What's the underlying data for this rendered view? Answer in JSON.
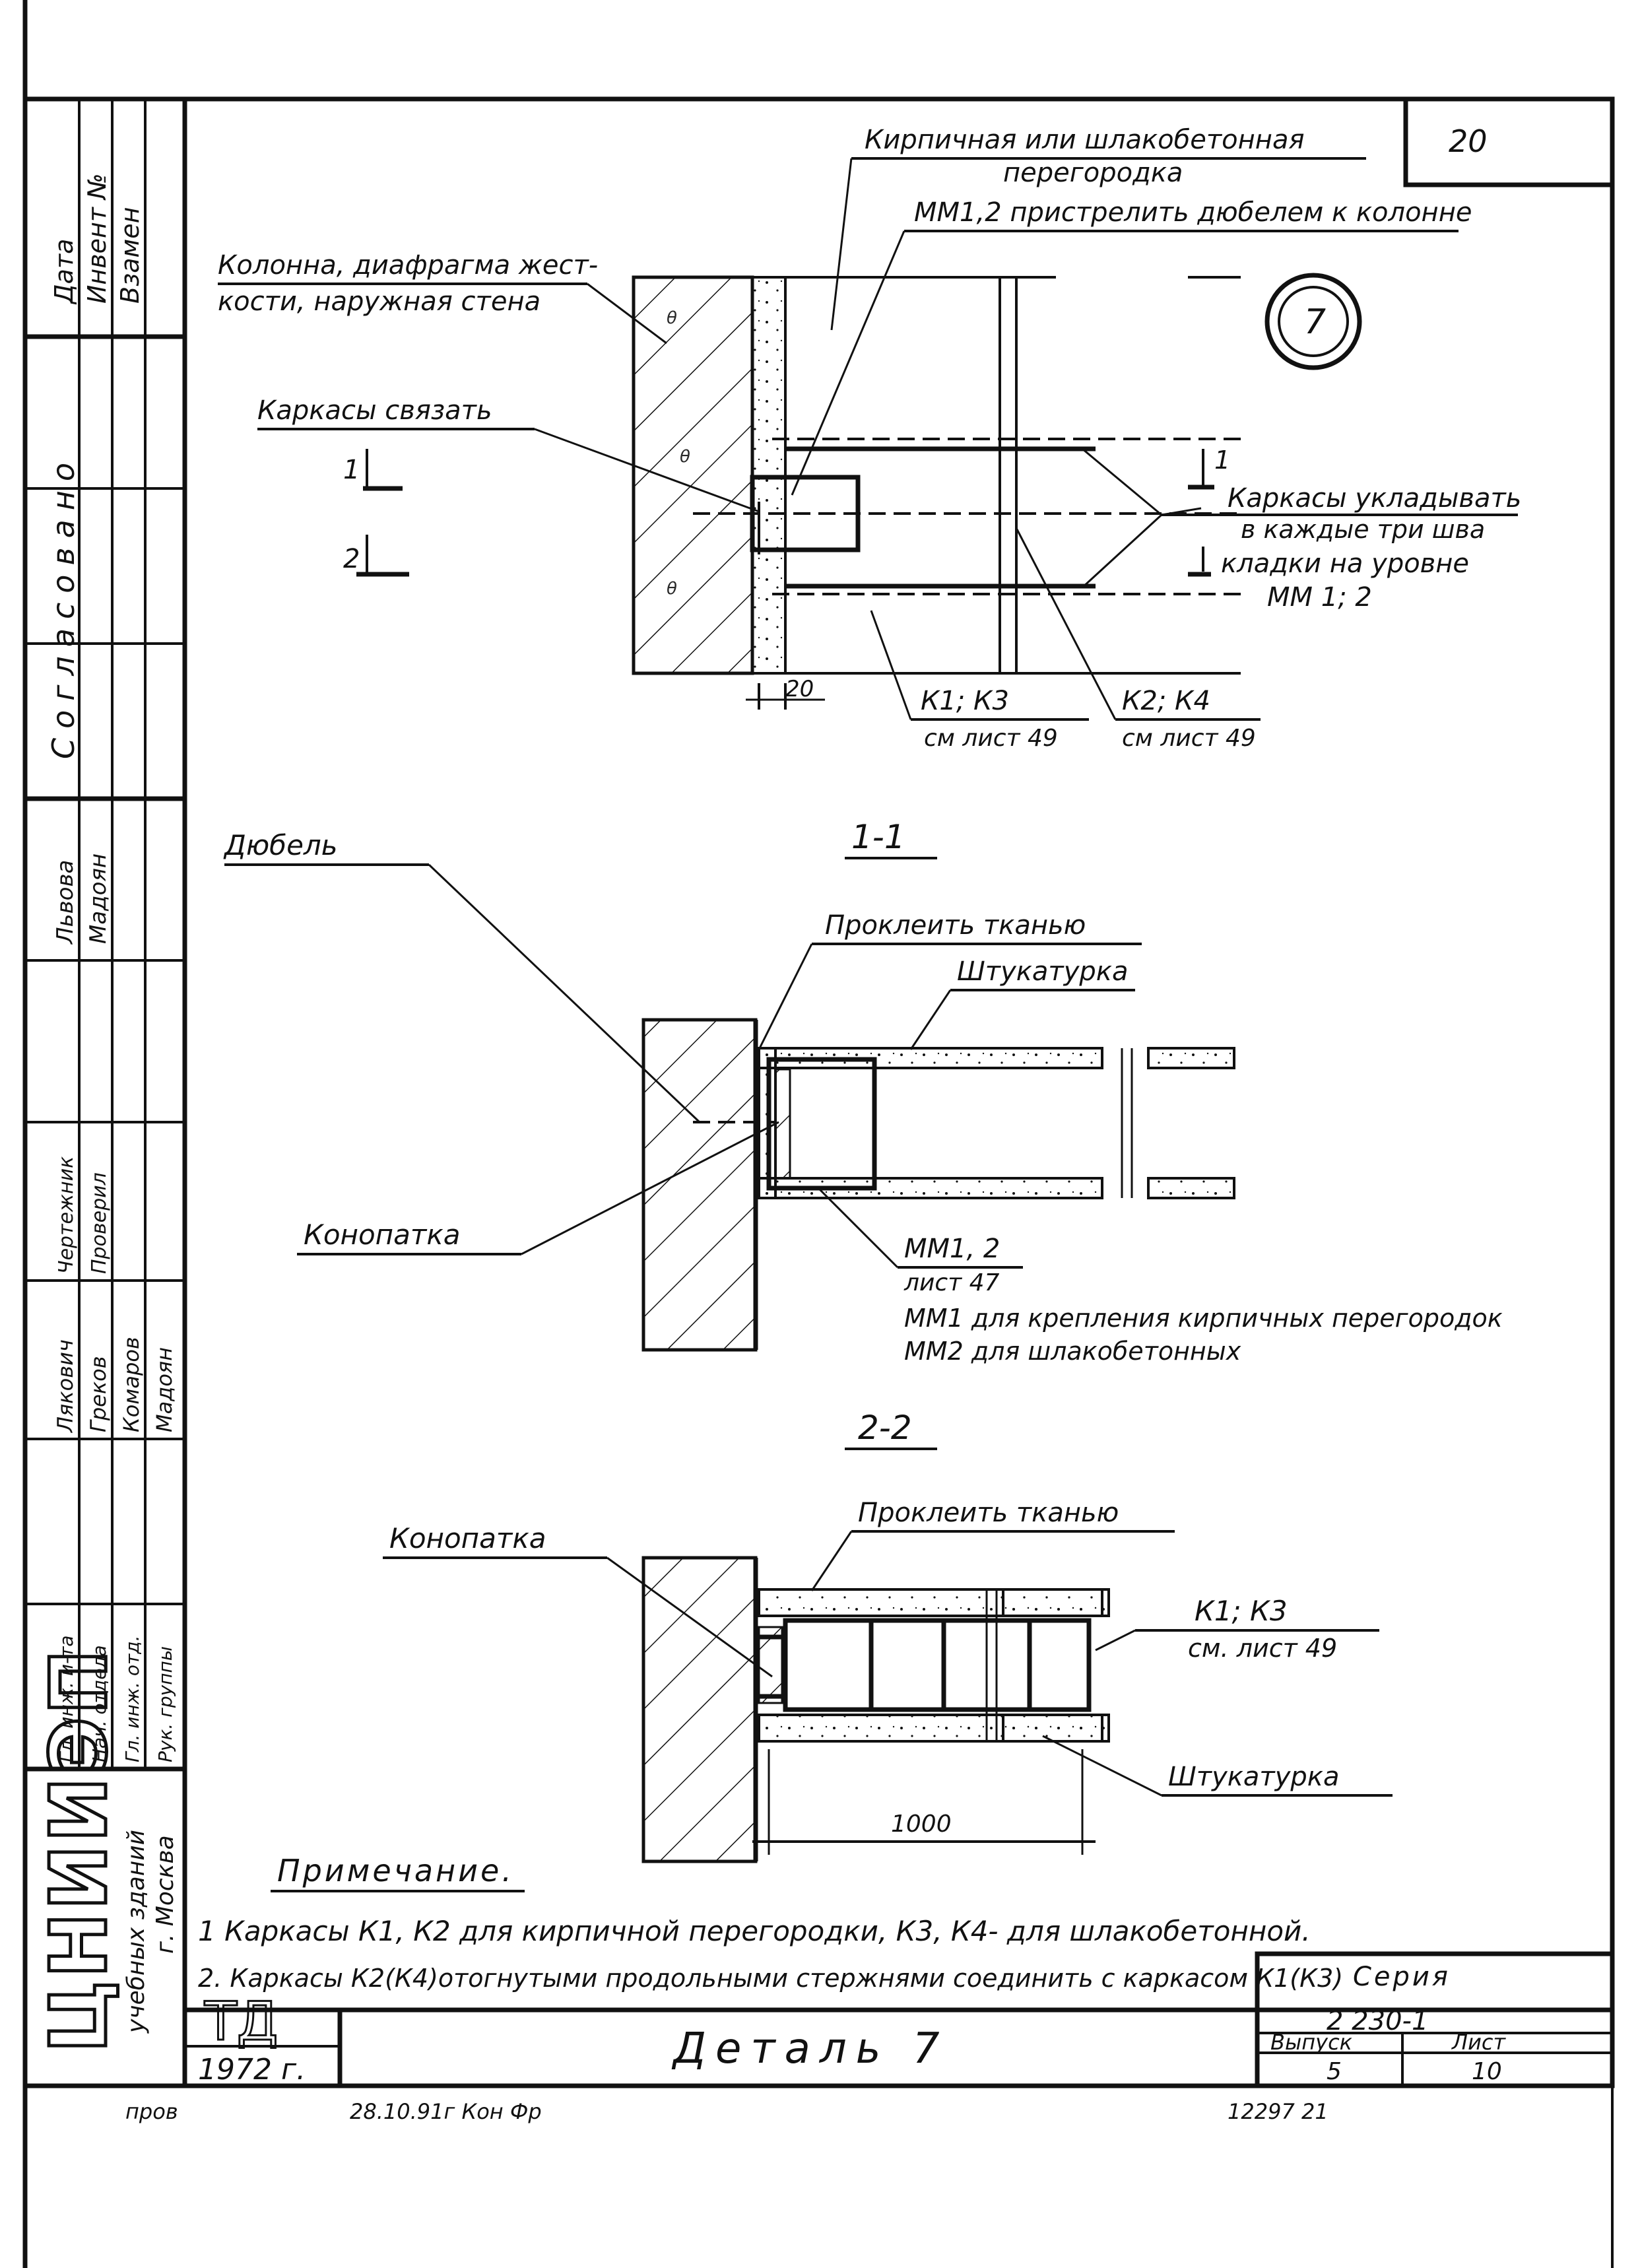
{
  "sheet_number": "20",
  "side_stamp": {
    "header": [
      "Дата",
      "Инвент №",
      "Взамен"
    ],
    "agreed": "Согласовано",
    "names_a": [
      "Львова",
      "Мадоян"
    ],
    "roles_a": [
      "Чертежник",
      "Проверил"
    ],
    "names_b": [
      "Лякович",
      "Греков",
      "Комаров",
      "Мадоян"
    ],
    "roles_b": [
      "Гл. инж. и-та",
      "Нач. отдела",
      "Гл. инж. отд.",
      "Рук. группы"
    ],
    "org_logo": "ЦНИИЭП",
    "org_text": [
      "учебных зданий",
      "г. Москва"
    ]
  },
  "plan": {
    "title_callout": "7",
    "label_partition": [
      "Кирпичная или шлакобетонная",
      "перегородка"
    ],
    "label_mm_fasten": "ММ1,2 пристрелить дюбелем к колонне",
    "label_column": [
      "Колонна, диафрагма жест-",
      "кости, наружная стена"
    ],
    "label_tie": "Каркасы связать",
    "section_1": "1",
    "section_2": "2",
    "label_lay": [
      "Каркасы укладывать",
      "в каждые три шва",
      "кладки на уровне",
      "ММ 1; 2"
    ],
    "dim_20": "20",
    "ref_k1k3": [
      "К1; К3",
      "см лист 49"
    ],
    "ref_k2k4": [
      "К2; К4",
      "см лист 49"
    ]
  },
  "section_1_1": {
    "title": "1-1",
    "label_dowel": "Дюбель",
    "label_fabric": "Проклеить тканью",
    "label_plaster": "Штукатурка",
    "label_caulk": "Конопатка",
    "ref_mm": [
      "ММ1, 2",
      "лист 47"
    ],
    "note_mm1": "ММ1 для крепления кирпичных перегородок",
    "note_mm2": "ММ2 для шлакобетонных"
  },
  "section_2_2": {
    "title": "2-2",
    "label_caulk": "Конопатка",
    "label_fabric": "Проклеить тканью",
    "ref_k1k3": [
      "К1; К3",
      "см. лист 49"
    ],
    "label_plaster": "Штукатурка",
    "dim_1000": "1000"
  },
  "notes": {
    "heading": "Примечание.",
    "items": [
      "1 Каркасы К1, К2 для кирпичной перегородки, К3, К4- для шлакобетонной.",
      "2. Каркасы К2(К4)отогнутыми продольными стержнями соединить с каркасом К1(К3)"
    ]
  },
  "title_block": {
    "code": "ТД",
    "year": "1972 г.",
    "title": "Деталь 7",
    "series_label": "Серия",
    "series_value": "2 230-1",
    "issue_label": "Выпуск",
    "issue_value": "5",
    "sheet_label": "Лист",
    "sheet_value": "10"
  },
  "footer": {
    "left": "пров",
    "sign": "28.10.91г Кон Фр",
    "right": "12297 21"
  }
}
